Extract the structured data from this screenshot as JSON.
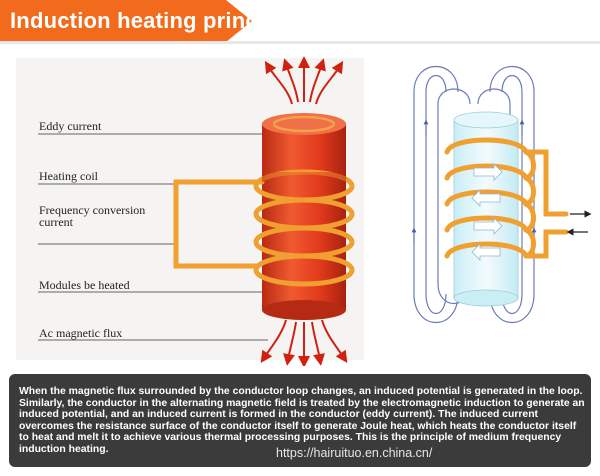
{
  "header": {
    "title": "Induction heating principle",
    "accent_color": "#f26b1d"
  },
  "labels": {
    "eddy_current": "Eddy current",
    "heating_coil": "Heating coil",
    "frequency_conversion_1": "Frequency conversion",
    "frequency_conversion_2": "current",
    "modules_heated": "Modules be heated",
    "ac_magnetic_flux": "Ac magnetic flux"
  },
  "caption": {
    "text": "When the magnetic flux surrounded by the conductor loop changes, an induced potential is generated in the loop. Similarly, the conductor in the alternating magnetic field is treated by the electromagnetic induction to generate an induced potential, and an induced current is formed in the conductor (eddy current). The induced current overcomes the resistance surface of the conductor itself to generate Joule heat, which heats the conductor itself to heat and melt it to achieve various thermal processing purposes. This is the principle of medium frequency induction heating."
  },
  "watermark": "https://hairuituo.en.china.cn/",
  "colors": {
    "rod": "#e0391b",
    "coil": "#f0a030",
    "flux_arrows": "#d02010",
    "field_lines": "#6a7cb8"
  }
}
